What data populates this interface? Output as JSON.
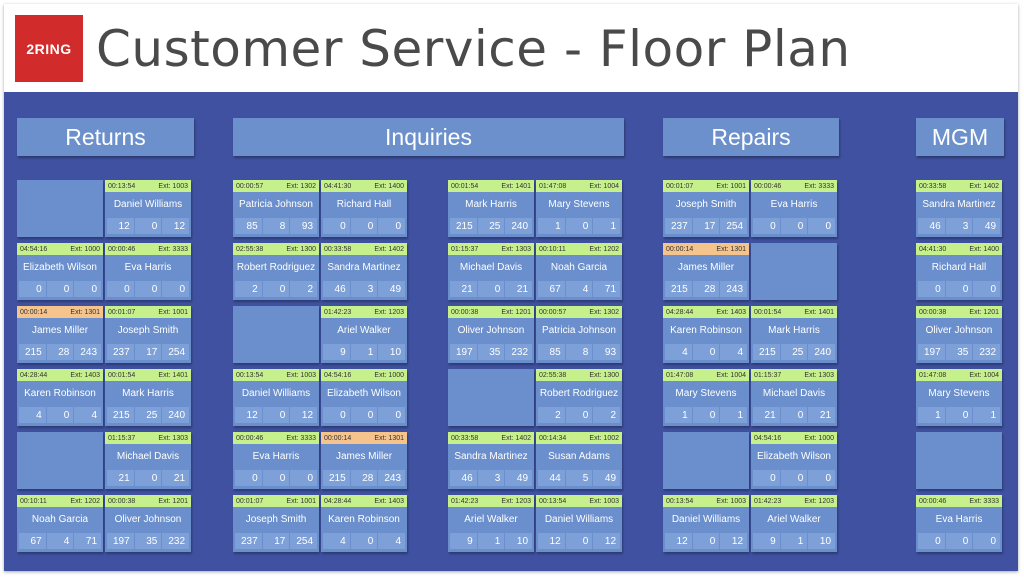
{
  "header": {
    "logo_text": "2RING",
    "title": "Customer Service - Floor Plan"
  },
  "colors": {
    "floor": "#3f51a0",
    "seat": "#6a8fcc",
    "status_green": "#c6f08c",
    "status_orange": "#f5c48d",
    "logo": "#d12b2b"
  },
  "sections": [
    {
      "name": "Returns"
    },
    {
      "name": "Inquiries"
    },
    {
      "name": "Repairs"
    },
    {
      "name": "MGM"
    }
  ],
  "seats": [
    {
      "empty": true
    },
    {
      "time": "00:13:54",
      "ext": "Ext: 1003",
      "name": "Daniel Williams",
      "stats": [
        "12",
        "0",
        "12"
      ],
      "status": "green"
    },
    {
      "time": "04:54:16",
      "ext": "Ext: 1000",
      "name": "Elizabeth Wilson",
      "stats": [
        "0",
        "0",
        "0"
      ],
      "status": "green"
    },
    {
      "time": "00:00:46",
      "ext": "Ext: 3333",
      "name": "Eva Harris",
      "stats": [
        "0",
        "0",
        "0"
      ],
      "status": "green"
    },
    {
      "time": "00:00:14",
      "ext": "Ext: 1301",
      "name": "James Miller",
      "stats": [
        "215",
        "28",
        "243"
      ],
      "status": "orange"
    },
    {
      "time": "00:01:07",
      "ext": "Ext: 1001",
      "name": "Joseph Smith",
      "stats": [
        "237",
        "17",
        "254"
      ],
      "status": "green"
    },
    {
      "time": "04:28:44",
      "ext": "Ext: 1403",
      "name": "Karen Robinson",
      "stats": [
        "4",
        "0",
        "4"
      ],
      "status": "green"
    },
    {
      "time": "00:01:54",
      "ext": "Ext: 1401",
      "name": "Mark Harris",
      "stats": [
        "215",
        "25",
        "240"
      ],
      "status": "green"
    },
    {
      "empty": true
    },
    {
      "time": "01:15:37",
      "ext": "Ext: 1303",
      "name": "Michael Davis",
      "stats": [
        "21",
        "0",
        "21"
      ],
      "status": "green"
    },
    {
      "time": "00:10:11",
      "ext": "Ext: 1202",
      "name": "Noah Garcia",
      "stats": [
        "67",
        "4",
        "71"
      ],
      "status": "green"
    },
    {
      "time": "00:00:38",
      "ext": "Ext: 1201",
      "name": "Oliver Johnson",
      "stats": [
        "197",
        "35",
        "232"
      ],
      "status": "green"
    },
    {
      "time": "00:00:57",
      "ext": "Ext: 1302",
      "name": "Patricia Johnson",
      "stats": [
        "85",
        "8",
        "93"
      ],
      "status": "green"
    },
    {
      "time": "04:41:30",
      "ext": "Ext: 1400",
      "name": "Richard Hall",
      "stats": [
        "0",
        "0",
        "0"
      ],
      "status": "green"
    },
    {
      "time": "02:55:38",
      "ext": "Ext: 1300",
      "name": "Robert Rodriguez",
      "stats": [
        "2",
        "0",
        "2"
      ],
      "status": "green"
    },
    {
      "time": "00:33:58",
      "ext": "Ext: 1402",
      "name": "Sandra Martinez",
      "stats": [
        "46",
        "3",
        "49"
      ],
      "status": "green"
    },
    {
      "empty": true
    },
    {
      "time": "01:42:23",
      "ext": "Ext: 1203",
      "name": "Ariel Walker",
      "stats": [
        "9",
        "1",
        "10"
      ],
      "status": "green"
    },
    {
      "time": "00:13:54",
      "ext": "Ext: 1003",
      "name": "Daniel Williams",
      "stats": [
        "12",
        "0",
        "12"
      ],
      "status": "green"
    },
    {
      "time": "04:54:16",
      "ext": "Ext: 1000",
      "name": "Elizabeth Wilson",
      "stats": [
        "0",
        "0",
        "0"
      ],
      "status": "green"
    },
    {
      "time": "00:00:46",
      "ext": "Ext: 3333",
      "name": "Eva Harris",
      "stats": [
        "0",
        "0",
        "0"
      ],
      "status": "green"
    },
    {
      "time": "00:00:14",
      "ext": "Ext: 1301",
      "name": "James Miller",
      "stats": [
        "215",
        "28",
        "243"
      ],
      "status": "orange"
    },
    {
      "time": "00:01:07",
      "ext": "Ext: 1001",
      "name": "Joseph Smith",
      "stats": [
        "237",
        "17",
        "254"
      ],
      "status": "green"
    },
    {
      "time": "04:28:44",
      "ext": "Ext: 1403",
      "name": "Karen Robinson",
      "stats": [
        "4",
        "0",
        "4"
      ],
      "status": "green"
    },
    {
      "time": "00:01:54",
      "ext": "Ext: 1401",
      "name": "Mark Harris",
      "stats": [
        "215",
        "25",
        "240"
      ],
      "status": "green"
    },
    {
      "time": "01:47:08",
      "ext": "Ext: 1004",
      "name": "Mary Stevens",
      "stats": [
        "1",
        "0",
        "1"
      ],
      "status": "green"
    },
    {
      "time": "01:15:37",
      "ext": "Ext: 1303",
      "name": "Michael Davis",
      "stats": [
        "21",
        "0",
        "21"
      ],
      "status": "green"
    },
    {
      "time": "00:10:11",
      "ext": "Ext: 1202",
      "name": "Noah Garcia",
      "stats": [
        "67",
        "4",
        "71"
      ],
      "status": "green"
    },
    {
      "time": "00:00:38",
      "ext": "Ext: 1201",
      "name": "Oliver Johnson",
      "stats": [
        "197",
        "35",
        "232"
      ],
      "status": "green"
    },
    {
      "time": "00:00:57",
      "ext": "Ext: 1302",
      "name": "Patricia Johnson",
      "stats": [
        "85",
        "8",
        "93"
      ],
      "status": "green"
    },
    {
      "empty": true
    },
    {
      "time": "02:55:38",
      "ext": "Ext: 1300",
      "name": "Robert Rodriguez",
      "stats": [
        "2",
        "0",
        "2"
      ],
      "status": "green"
    },
    {
      "time": "00:33:58",
      "ext": "Ext: 1402",
      "name": "Sandra Martinez",
      "stats": [
        "46",
        "3",
        "49"
      ],
      "status": "green"
    },
    {
      "time": "00:14:34",
      "ext": "Ext: 1002",
      "name": "Susan Adams",
      "stats": [
        "44",
        "5",
        "49"
      ],
      "status": "green"
    },
    {
      "time": "01:42:23",
      "ext": "Ext: 1203",
      "name": "Ariel Walker",
      "stats": [
        "9",
        "1",
        "10"
      ],
      "status": "green"
    },
    {
      "time": "00:13:54",
      "ext": "Ext: 1003",
      "name": "Daniel Williams",
      "stats": [
        "12",
        "0",
        "12"
      ],
      "status": "green"
    },
    {
      "time": "00:01:07",
      "ext": "Ext: 1001",
      "name": "Joseph Smith",
      "stats": [
        "237",
        "17",
        "254"
      ],
      "status": "green"
    },
    {
      "time": "00:00:46",
      "ext": "Ext: 3333",
      "name": "Eva Harris",
      "stats": [
        "0",
        "0",
        "0"
      ],
      "status": "green"
    },
    {
      "time": "00:00:14",
      "ext": "Ext: 1301",
      "name": "James Miller",
      "stats": [
        "215",
        "28",
        "243"
      ],
      "status": "orange"
    },
    {
      "empty": true
    },
    {
      "time": "04:28:44",
      "ext": "Ext: 1403",
      "name": "Karen Robinson",
      "stats": [
        "4",
        "0",
        "4"
      ],
      "status": "green"
    },
    {
      "time": "00:01:54",
      "ext": "Ext: 1401",
      "name": "Mark Harris",
      "stats": [
        "215",
        "25",
        "240"
      ],
      "status": "green"
    },
    {
      "time": "01:47:08",
      "ext": "Ext: 1004",
      "name": "Mary Stevens",
      "stats": [
        "1",
        "0",
        "1"
      ],
      "status": "green"
    },
    {
      "time": "01:15:37",
      "ext": "Ext: 1303",
      "name": "Michael Davis",
      "stats": [
        "21",
        "0",
        "21"
      ],
      "status": "green"
    },
    {
      "empty": true
    },
    {
      "time": "04:54:16",
      "ext": "Ext: 1000",
      "name": "Elizabeth Wilson",
      "stats": [
        "0",
        "0",
        "0"
      ],
      "status": "green"
    },
    {
      "time": "00:13:54",
      "ext": "Ext: 1003",
      "name": "Daniel Williams",
      "stats": [
        "12",
        "0",
        "12"
      ],
      "status": "green"
    },
    {
      "time": "01:42:23",
      "ext": "Ext: 1203",
      "name": "Ariel Walker",
      "stats": [
        "9",
        "1",
        "10"
      ],
      "status": "green"
    },
    {
      "time": "00:33:58",
      "ext": "Ext: 1402",
      "name": "Sandra Martinez",
      "stats": [
        "46",
        "3",
        "49"
      ],
      "status": "green"
    },
    {
      "time": "04:41:30",
      "ext": "Ext: 1400",
      "name": "Richard Hall",
      "stats": [
        "0",
        "0",
        "0"
      ],
      "status": "green"
    },
    {
      "time": "00:00:38",
      "ext": "Ext: 1201",
      "name": "Oliver Johnson",
      "stats": [
        "197",
        "35",
        "232"
      ],
      "status": "green"
    },
    {
      "time": "01:47:08",
      "ext": "Ext: 1004",
      "name": "Mary Stevens",
      "stats": [
        "1",
        "0",
        "1"
      ],
      "status": "green"
    },
    {
      "empty": true
    },
    {
      "time": "00:00:46",
      "ext": "Ext: 3333",
      "name": "Eva Harris",
      "stats": [
        "0",
        "0",
        "0"
      ],
      "status": "green"
    }
  ]
}
